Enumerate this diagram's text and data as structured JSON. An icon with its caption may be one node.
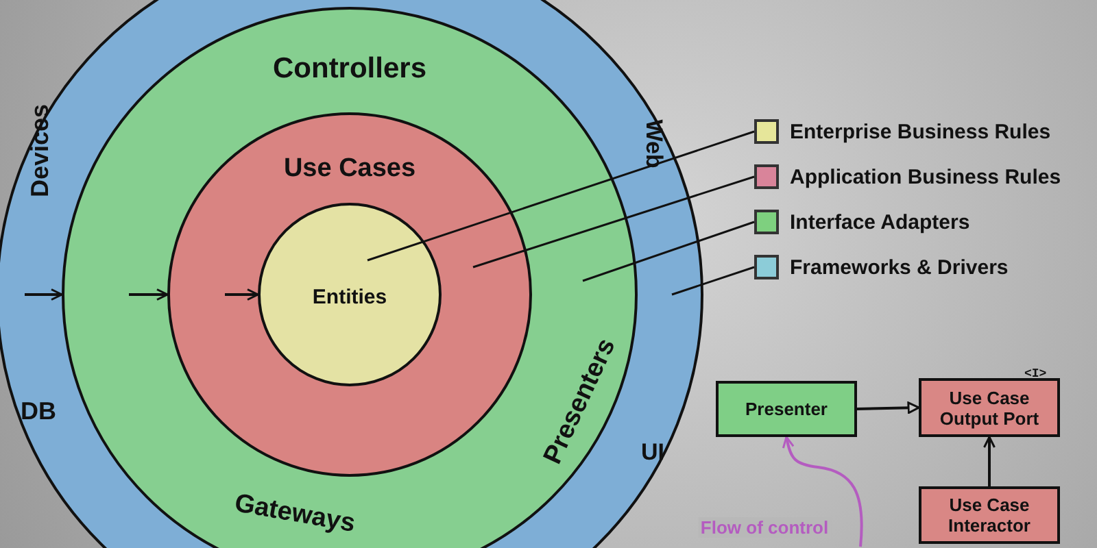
{
  "diagram": {
    "nodes": [
      {
        "text": [
          "Devices",
          "Web",
          "DB",
          "UI"
        ]
      },
      {
        "text": [
          "Controllers",
          "Gateways",
          "Presenters"
        ],
        "in": 0
      },
      {
        "text": [
          "Use Cases"
        ],
        "in": 1
      },
      {
        "text": [
          "Entities"
        ],
        "in": 2
      },
      {
        "text": [
          "Enterprise Business Rules"
        ]
      },
      {
        "text": [
          "Application Business Rules"
        ]
      },
      {
        "text": [
          "Interface Adapters"
        ]
      },
      {
        "text": [
          "Frameworks & Drivers"
        ]
      },
      {
        "text": [
          "Presenter"
        ]
      },
      {
        "text": [
          "Use Case Output Port"
        ],
        "beside": [
          "<I>"
        ]
      },
      {
        "text": [
          "Use Case Interactor"
        ]
      }
    ],
    "edges": [
      {
        "from": 4,
        "to": 3,
        "arrow": "none"
      },
      {
        "from": 5,
        "to": 2,
        "arrow": "none"
      },
      {
        "from": 6,
        "to": 1,
        "arrow": "none"
      },
      {
        "from": 7,
        "to": 0,
        "arrow": "none"
      },
      {
        "from": null,
        "to": 1,
        "arrow": "to"
      },
      {
        "from": null,
        "to": 2,
        "arrow": "to"
      },
      {
        "from": null,
        "to": 3,
        "arrow": "to"
      },
      {
        "from": 8,
        "to": 9,
        "arrow": "to"
      },
      {
        "from": 10,
        "to": 9,
        "arrow": "to"
      },
      {
        "from": null,
        "to": 8,
        "arrow": "to",
        "label": "Flow of control",
        "color": "#b45cc0"
      }
    ]
  }
}
